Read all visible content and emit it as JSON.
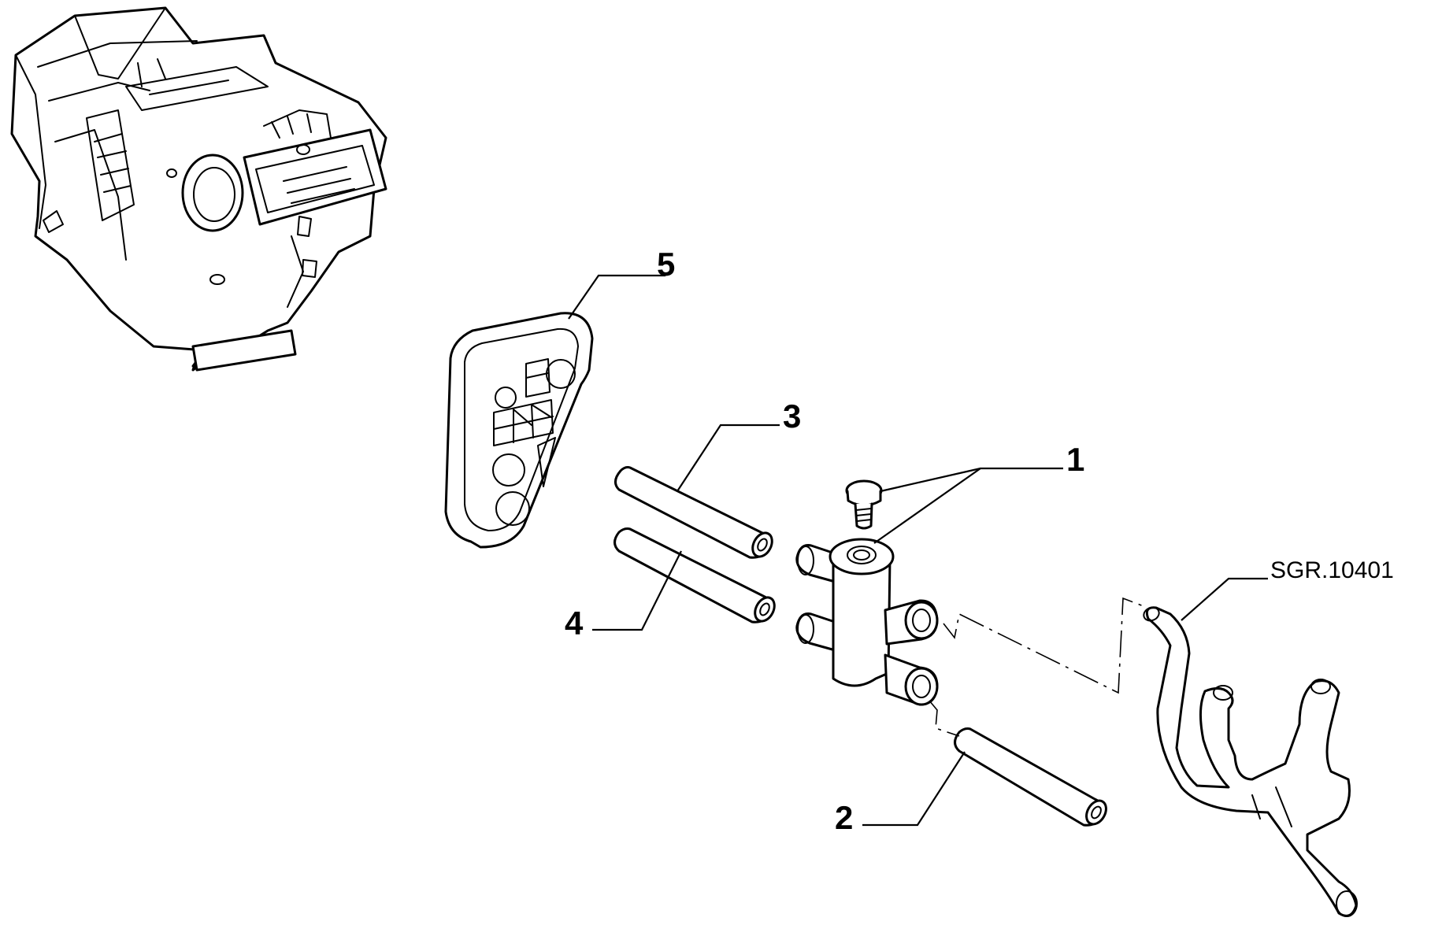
{
  "diagram": {
    "callouts": {
      "c1": "1",
      "c2": "2",
      "c3": "3",
      "c4": "4",
      "c5": "5"
    },
    "reference_code": "SGR.10401"
  },
  "colors": {
    "ink": "#000000",
    "paper": "#ffffff"
  }
}
